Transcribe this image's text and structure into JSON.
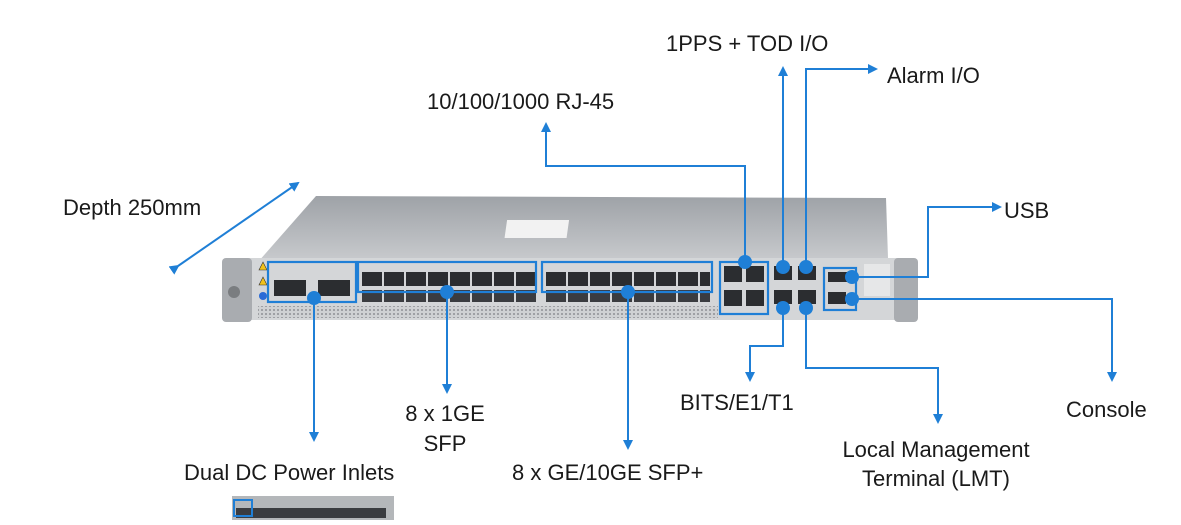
{
  "labels": {
    "pps_tod": "1PPS + TOD I/O",
    "alarm": "Alarm I/O",
    "rj45": "10/100/1000 RJ-45",
    "depth": "Depth 250mm",
    "usb": "USB",
    "sfp_1ge_line1": "8 x 1GE",
    "sfp_1ge_line2": "SFP",
    "bits": "BITS/E1/T1",
    "console": "Console",
    "dc_power": "Dual DC Power Inlets",
    "sfp_10ge": "8 x GE/10GE SFP+",
    "lmt_line1": "Local Management",
    "lmt_line2": "Terminal (LMT)"
  },
  "colors": {
    "callout": "#1f7fd6",
    "chassis_top": "#b9bcc0",
    "chassis_front": "#d4d6d8",
    "port": "#2b2d30",
    "text": "#1a1a1a"
  },
  "icons": [
    "warning-icon",
    "power-icon",
    "usb-port-icon"
  ]
}
